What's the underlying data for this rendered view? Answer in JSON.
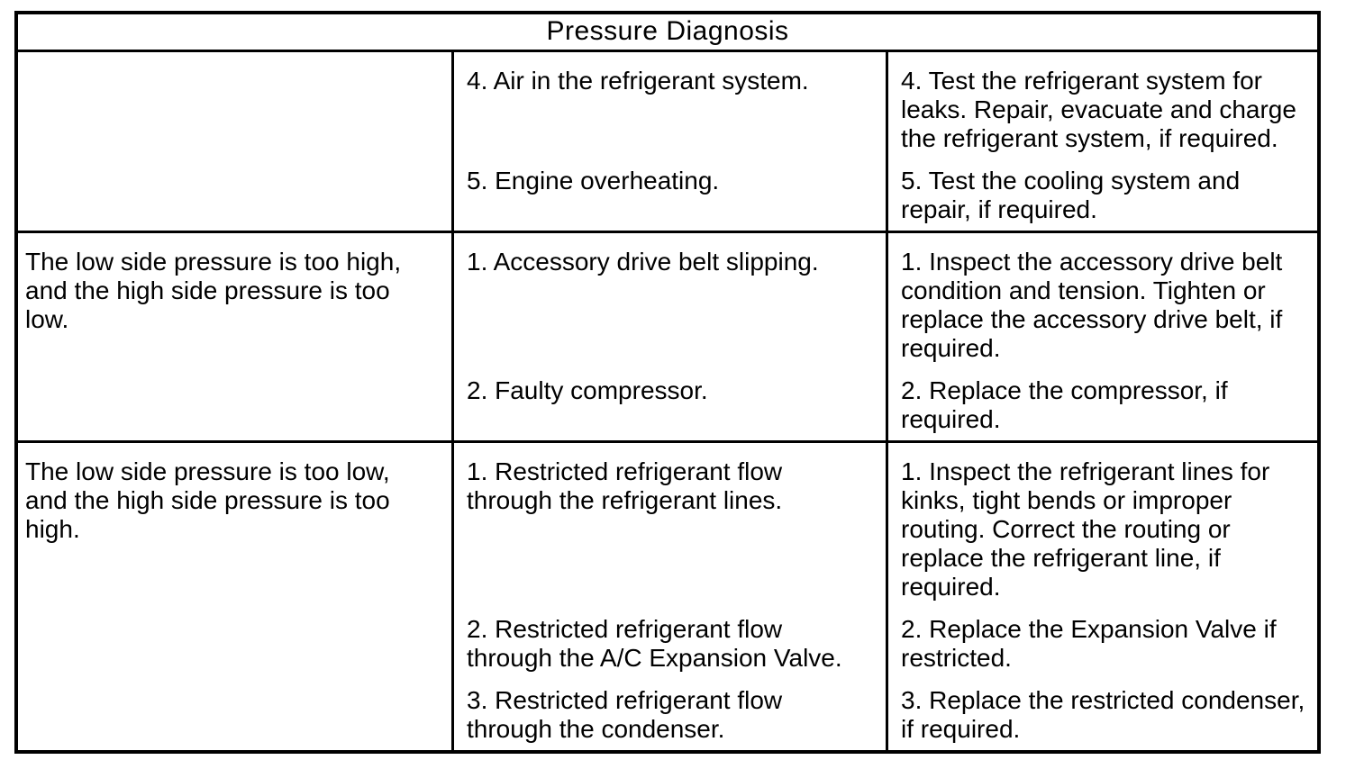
{
  "page": {
    "background_color": "#ffffff",
    "border_color": "#000000",
    "text_color": "#000000"
  },
  "table": {
    "title": "Pressure Diagnosis",
    "rows": [
      {
        "condition": "",
        "items": [
          {
            "cause": "4. Air in the refrigerant system.",
            "correction": "4. Test the refrigerant system for leaks. Repair, evacuate and charge the refrigerant system, if required."
          },
          {
            "cause": "5. Engine overheating.",
            "correction": "5. Test the cooling system and repair, if required."
          }
        ]
      },
      {
        "condition": "The low side pressure is too high, and the high side pressure is too low.",
        "items": [
          {
            "cause": "1. Accessory drive belt slipping.",
            "correction": "1. Inspect the accessory drive belt condition and tension. Tighten or replace the accessory drive belt, if required."
          },
          {
            "cause": "2. Faulty compressor.",
            "correction": "2. Replace the compressor, if required."
          }
        ]
      },
      {
        "condition": "The low side pressure is too low, and the high side pressure is too high.",
        "items": [
          {
            "cause": "1. Restricted refrigerant flow through the refrigerant lines.",
            "correction": "1. Inspect the refrigerant lines for kinks, tight bends or improper routing. Correct the routing or replace the refrigerant line, if required."
          },
          {
            "cause": "2. Restricted refrigerant flow through the A/C Expansion Valve.",
            "correction": "2. Replace the Expansion Valve if restricted."
          },
          {
            "cause": "3. Restricted refrigerant flow through the condenser.",
            "correction": "3. Replace the restricted condenser, if required."
          }
        ]
      }
    ]
  }
}
